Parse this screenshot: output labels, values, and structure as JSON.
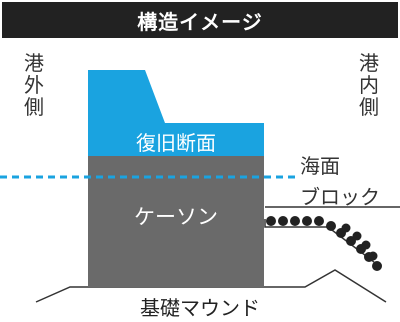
{
  "header": {
    "title": "構造イメージ"
  },
  "side_labels": {
    "seaward": "港外側",
    "harborside": "港内側"
  },
  "structure": {
    "restoration_section": "復旧断面",
    "caisson": "ケーソン",
    "sea_level": "海面",
    "block": "ブロック",
    "foundation_mound": "基礎マウンド"
  },
  "colors": {
    "header_bg": "#222222",
    "restoration": "#1aa3e0",
    "caisson": "#6a6a6a",
    "sea_level_line": "#1aa3e0",
    "block": "#222222"
  }
}
